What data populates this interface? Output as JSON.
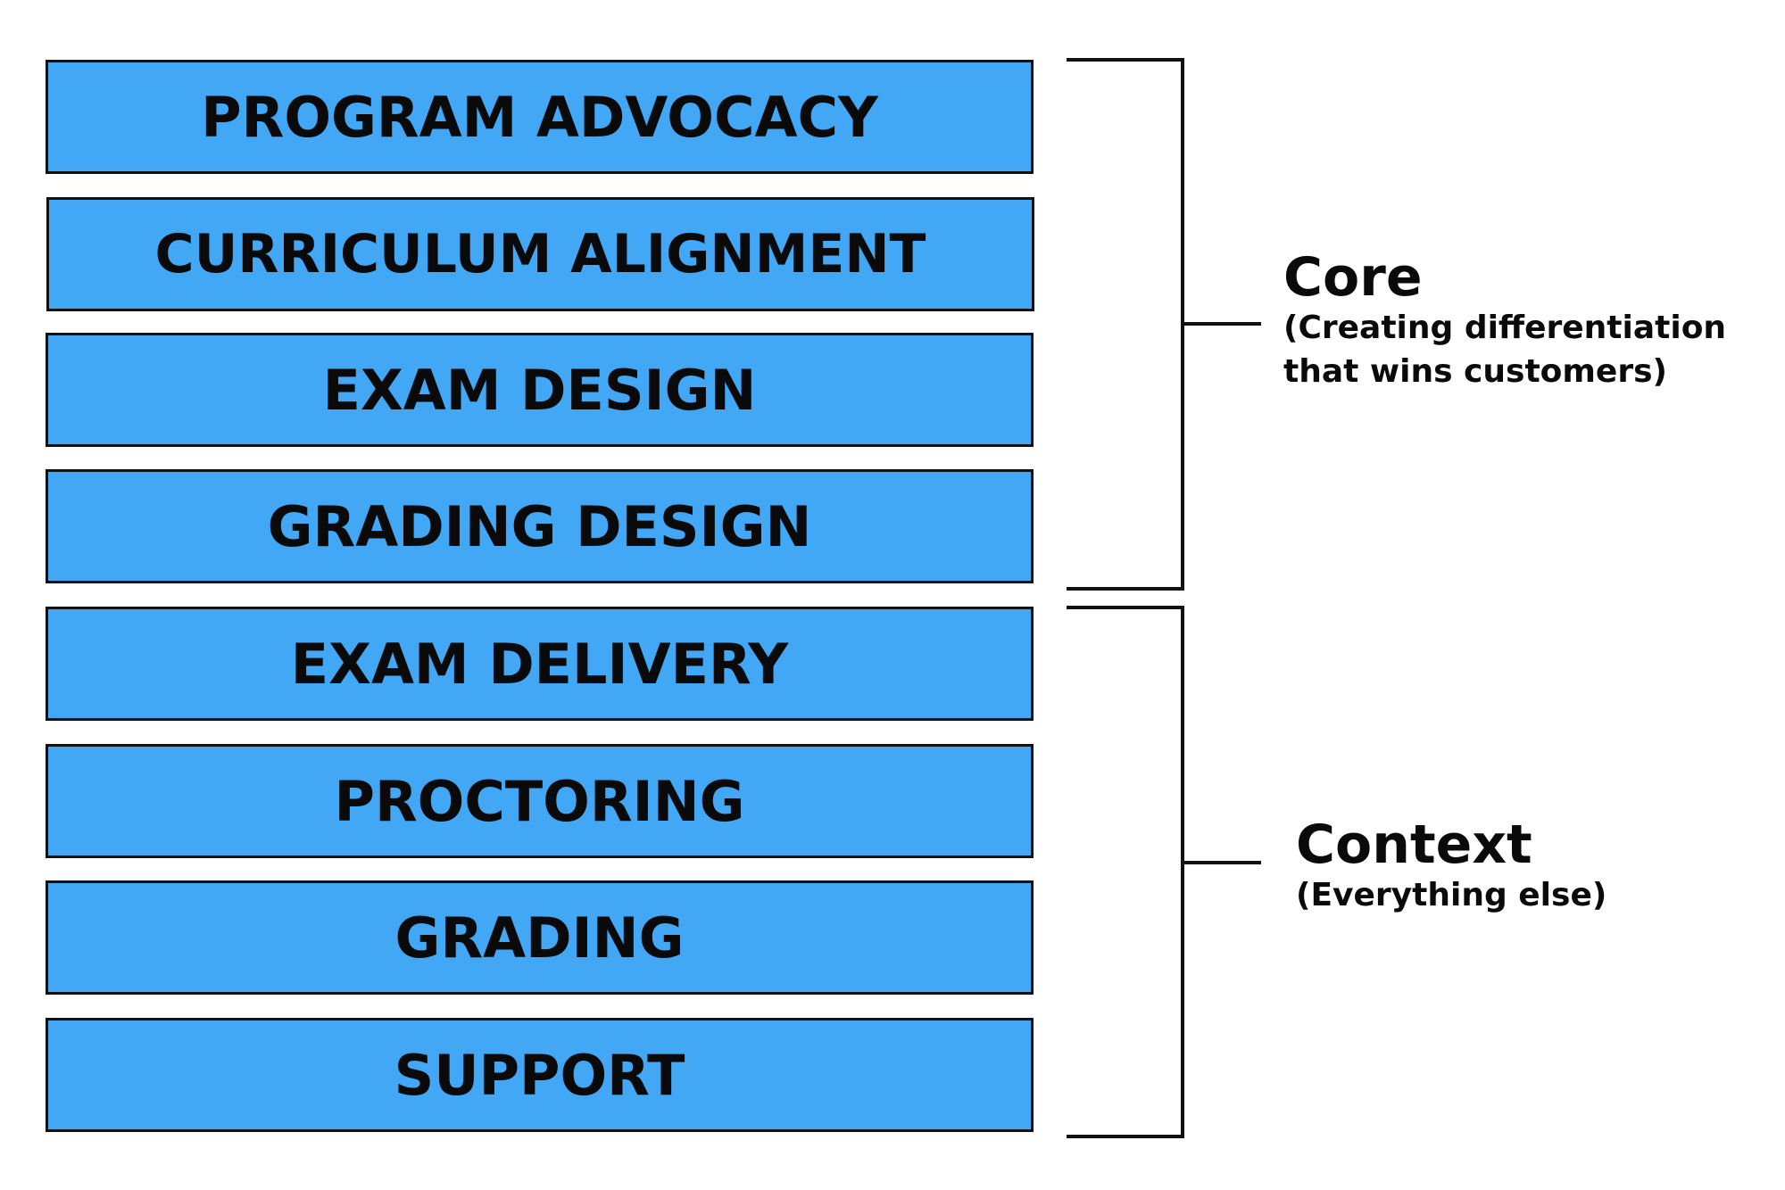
{
  "stack": {
    "boxes": [
      {
        "label": "PROGRAM ADVOCACY"
      },
      {
        "label": "CURRICULUM ALIGNMENT"
      },
      {
        "label": "EXAM DESIGN"
      },
      {
        "label": "GRADING DESIGN"
      },
      {
        "label": "EXAM DELIVERY"
      },
      {
        "label": "PROCTORING"
      },
      {
        "label": "GRADING"
      },
      {
        "label": "SUPPORT"
      }
    ]
  },
  "groups": {
    "core": {
      "title": "Core",
      "description_line1": "(Creating differentiation",
      "description_line2": "that wins customers)"
    },
    "context": {
      "title": "Context",
      "description": "(Everything else)"
    }
  },
  "colors": {
    "box_fill": "#42a7f5",
    "box_border": "#111111",
    "text": "#0a0a0a",
    "bracket": "#111111"
  }
}
